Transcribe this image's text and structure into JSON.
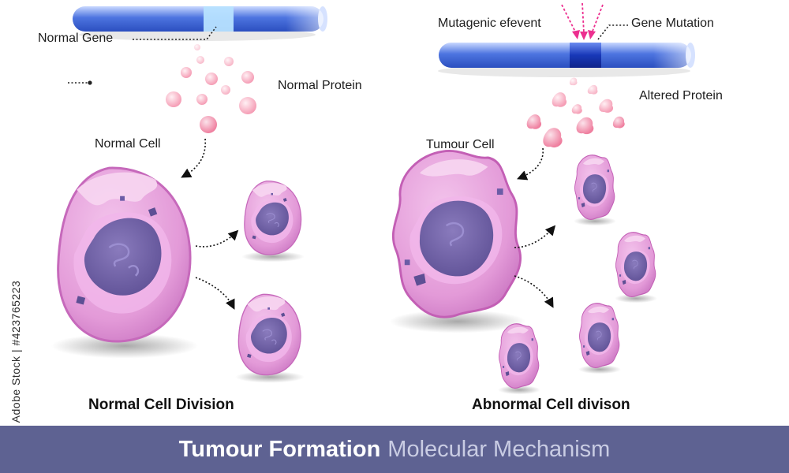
{
  "labels": {
    "normal_gene": "Normal Gene",
    "normal_protein": "Normal Protein",
    "normal_cell": "Normal Cell",
    "mutagenic_event": "Mutagenic efevent",
    "gene_mutation": "Gene Mutation",
    "altered_protein": "Altered Protein",
    "tumour_cell": "Tumour Cell"
  },
  "captions": {
    "normal_division": "Normal Cell Division",
    "abnormal_division": "Abnormal Cell divison"
  },
  "footer": {
    "title_bold": "Tumour Formation",
    "title_light": "Molecular Mechanism"
  },
  "stock_id": "Adobe Stock | #423765223",
  "colors": {
    "footer_bg": "#5e6292",
    "gene_blue": "#3f66d8",
    "cell_pink": "#e39ad8",
    "nucleus_purple": "#7464a6",
    "mutation_arrow": "#ec2f8f"
  }
}
